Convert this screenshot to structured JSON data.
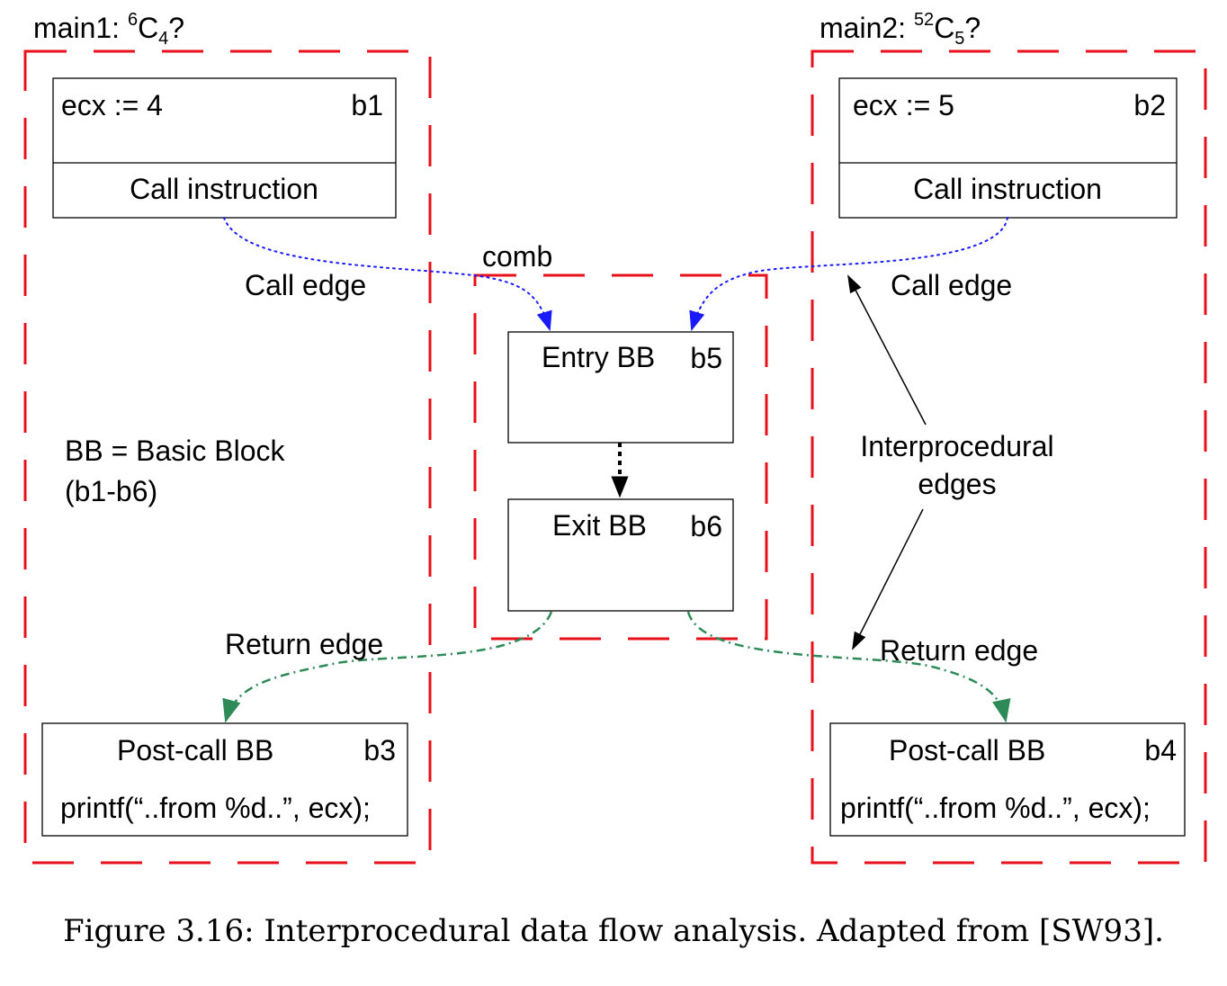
{
  "regions": {
    "main1": {
      "label": "main1: ",
      "sup": "6",
      "base": "C",
      "sub": "4",
      "tail": "?"
    },
    "main2": {
      "label": "main2: ",
      "sup": "52",
      "base": "C",
      "sub": "5",
      "tail": "?"
    },
    "comb": {
      "label": "comb"
    }
  },
  "blocks": {
    "b1": {
      "code": "ecx := 4",
      "id": "b1",
      "footer": "Call instruction"
    },
    "b2": {
      "code": "ecx := 5",
      "id": "b2",
      "footer": "Call instruction"
    },
    "b3": {
      "title": "Post-call BB",
      "id": "b3",
      "code": "printf(“..from %d..”, ecx);"
    },
    "b4": {
      "title": "Post-call BB",
      "id": "b4",
      "code": "printf(“..from %d..”, ecx);"
    },
    "b5": {
      "title": "Entry BB",
      "id": "b5"
    },
    "b6": {
      "title": "Exit BB",
      "id": "b6"
    }
  },
  "edges": {
    "call_left": "Call edge",
    "call_right": "Call edge",
    "return_left": "Return edge",
    "return_right": "Return edge",
    "interprocedural_line1": "Interprocedural",
    "interprocedural_line2": "edges"
  },
  "legend": {
    "line1": "BB = Basic Block",
    "line2": "(b1-b6)"
  },
  "caption": "Figure 3.16: Interprocedural data flow analysis. Adapted from [SW93].",
  "colors": {
    "region": "#e8101a",
    "call_edge": "#1a1aff",
    "return_edge": "#2e8b57",
    "flow": "#000000"
  }
}
